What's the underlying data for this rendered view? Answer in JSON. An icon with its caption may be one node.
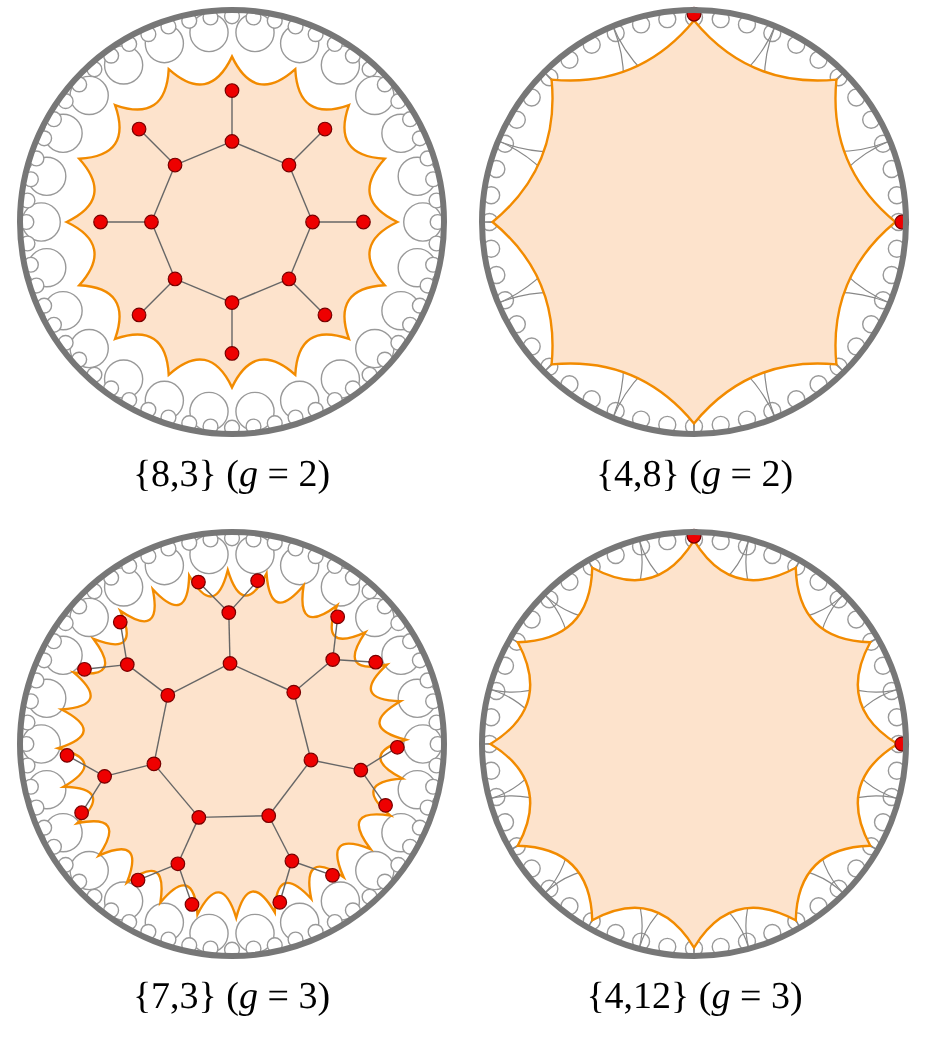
{
  "diagram": {
    "labels": [
      "{8,3} (*g* = 2)",
      "{4,8} (*g* = 2)",
      "{7,3} (*g* = 3)",
      "{4,12} (*g* = 3)"
    ]
  }
}
